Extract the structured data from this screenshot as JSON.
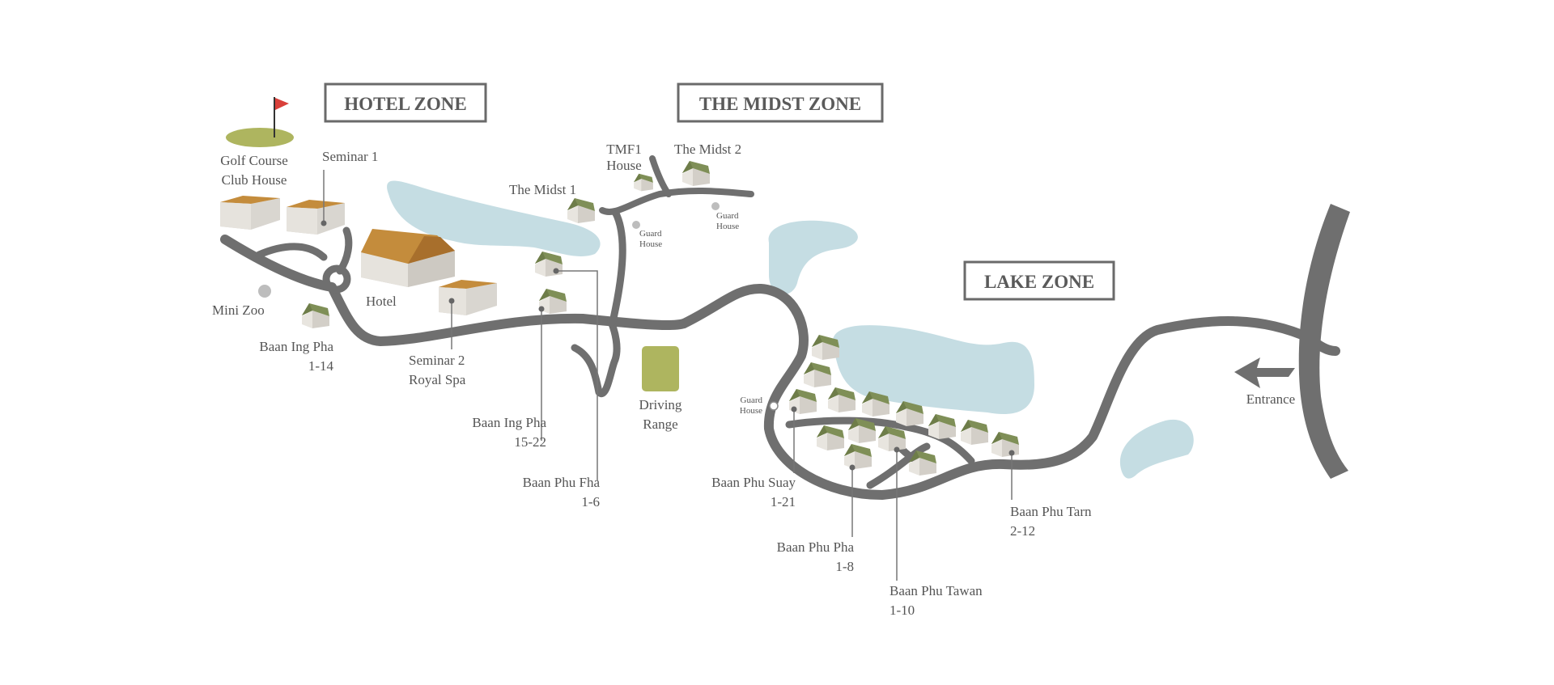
{
  "colors": {
    "road": "#6f6f6f",
    "water": "#c5dde3",
    "golf_green": "#aeb55f",
    "flag": "#d9403a",
    "roof_green": "#7f8f57",
    "roof_orange": "#c48c3c",
    "wall": "#e4e0da",
    "label": "#555555",
    "zone_border": "#6a6a6a"
  },
  "zones": {
    "hotel": "HOTEL ZONE",
    "midst": "THE MIDST ZONE",
    "lake": "LAKE ZONE"
  },
  "places": {
    "golf": [
      "Golf Course",
      "Club House"
    ],
    "seminar1": "Seminar 1",
    "hotel": "Hotel",
    "mini_zoo": "Mini Zoo",
    "baan_ing_pha_1": [
      "Baan Ing Pha",
      "1-14"
    ],
    "seminar2": [
      "Seminar 2",
      "Royal Spa"
    ],
    "baan_ing_pha_2": [
      "Baan Ing Pha",
      "15-22"
    ],
    "baan_phu_fha": [
      "Baan Phu Fha",
      "1-6"
    ],
    "the_midst_1": "The Midst 1",
    "tmf1": [
      "TMF1",
      "House"
    ],
    "the_midst_2": "The Midst 2",
    "guard_house": [
      "Guard",
      "House"
    ],
    "driving_range": [
      "Driving",
      "Range"
    ],
    "baan_phu_suay": [
      "Baan Phu Suay",
      "1-21"
    ],
    "baan_phu_pha": [
      "Baan Phu Pha",
      "1-8"
    ],
    "baan_phu_tawan": [
      "Baan Phu Tawan",
      "1-10"
    ],
    "baan_phu_tarn": [
      "Baan Phu Tarn",
      "2-12"
    ],
    "entrance": "Entrance"
  },
  "icons": [
    "golf-flag-icon",
    "house-icon",
    "entrance-arrow-icon"
  ]
}
